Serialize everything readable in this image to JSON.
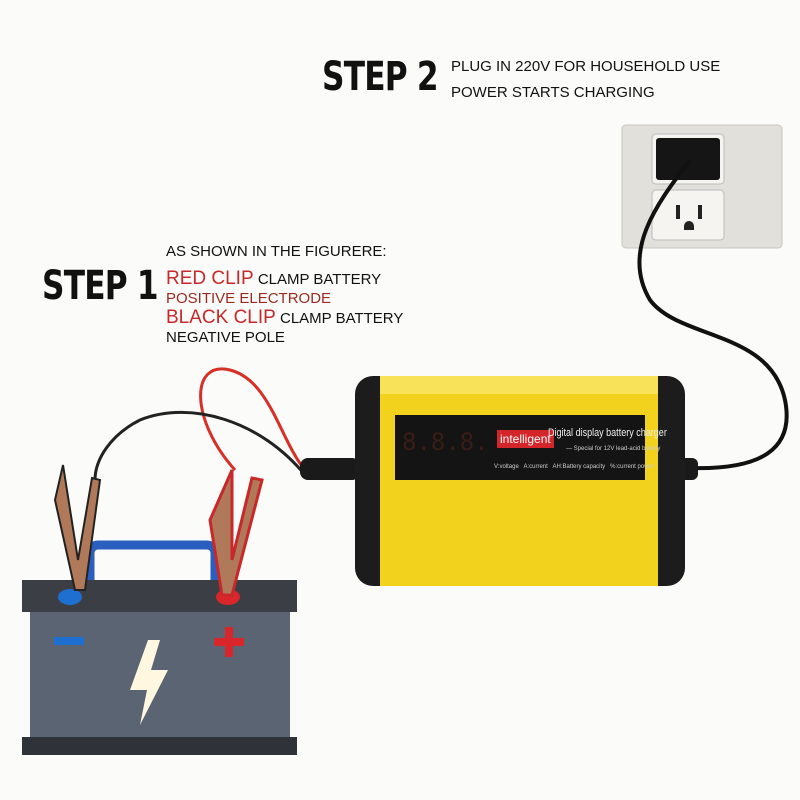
{
  "step2": {
    "title": "STEP 2",
    "line1": "PLUG IN 220V FOR HOUSEHOLD USE",
    "line2": "POWER STARTS CHARGING"
  },
  "step1": {
    "title": "STEP 1",
    "intro": "AS SHOWN IN THE FIGURERE:",
    "red_clip": "RED CLIP",
    "red_action": "CLAMP BATTERY",
    "red_target": "POSITIVE ELECTRODE",
    "black_clip": "BLACK CLIP",
    "black_action": "CLAMP BATTERY",
    "black_target": "NEGATIVE POLE"
  },
  "charger": {
    "badge": "intelligent",
    "title": "Digital display battery charger",
    "subtitle": "— Special for 12V lead-acid battery",
    "legend": "V:voltage   A:current   AH:Battery capacity   %:current power",
    "display": "8.8.8.",
    "body_color": "#f2d21c"
  },
  "battery": {
    "negative_symbol": "−",
    "positive_symbol": "+"
  },
  "colors": {
    "red": "#c8282a",
    "positive_terminal": "#d8262a",
    "negative_terminal": "#1f6fd0"
  }
}
